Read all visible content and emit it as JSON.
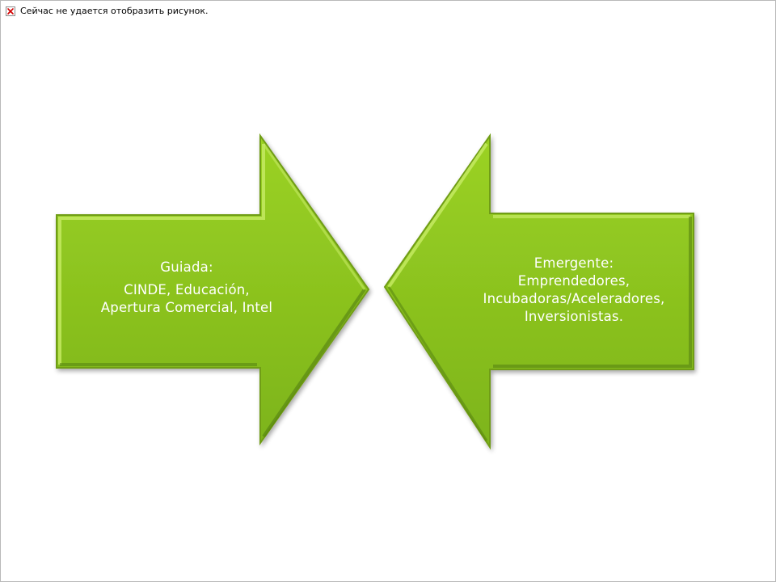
{
  "broken_image": {
    "message": "Сейчас не удается отобразить рисунок.",
    "icon": "broken-image-icon"
  },
  "colors": {
    "arrow_fill": "#8dc21f",
    "arrow_highlight": "#b6e24a",
    "arrow_edge": "#5d8a0c",
    "text": "#ffffff"
  },
  "left_arrow": {
    "heading": "Guiada:",
    "lines": [
      "CINDE, Educación,",
      "Apertura Comercial, Intel"
    ]
  },
  "right_arrow": {
    "lines": [
      "Emergente:",
      "Emprendedores,",
      "Incubadoras/Aceleradores,",
      "Inversionistas."
    ]
  }
}
